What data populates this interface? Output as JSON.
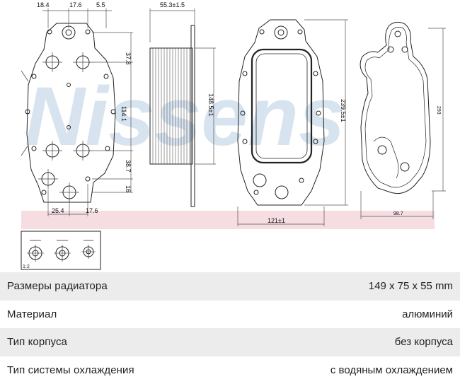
{
  "watermark": {
    "brand": "Nissens"
  },
  "drawing": {
    "front_view": {
      "dims_top": [
        "18.4",
        "17.6",
        "5.5"
      ],
      "dims_bottom": [
        "25.4",
        "17.6"
      ],
      "dims_right": [
        "37.8",
        "114.1",
        "38.7",
        "16"
      ]
    },
    "side_view": {
      "width": "55.3±1.5",
      "height": "148.5±1"
    },
    "gasket_view": {
      "height": "239.5±1",
      "width": "121±1"
    },
    "seal_view": {
      "height": "293",
      "width": "98.7"
    },
    "detail_box": {
      "scale": "1:2"
    }
  },
  "specs": [
    {
      "label": "Размеры радиатора",
      "value": "149 x 75 x 55 mm"
    },
    {
      "label": "Материал",
      "value": "алюминий"
    },
    {
      "label": "Тип корпуса",
      "value": "без корпуса"
    },
    {
      "label": "Тип системы охлаждения",
      "value": "с водяным охлаждением"
    }
  ],
  "colors": {
    "band": "#f6dde2",
    "row_alt": "#ececec",
    "watermark": "#b9cde4"
  }
}
